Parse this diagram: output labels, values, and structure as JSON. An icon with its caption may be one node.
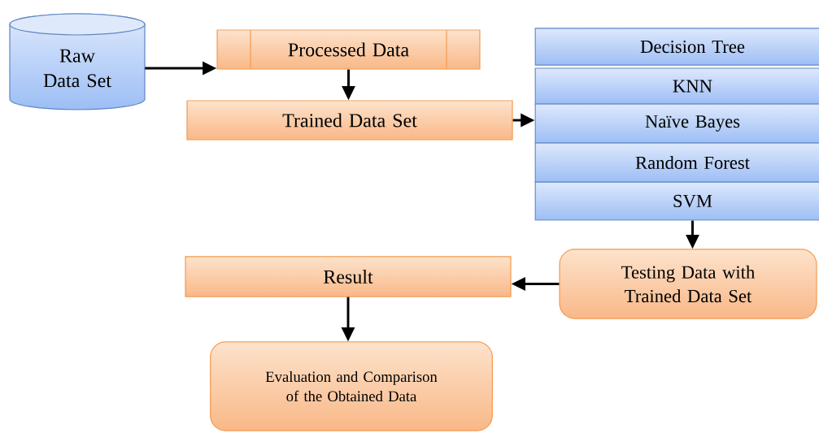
{
  "diagram": {
    "nodes": [
      {
        "text": [
          "Raw Data Set"
        ]
      },
      {
        "text": [
          "Processed Data"
        ]
      },
      {
        "text": [
          "Trained Data Set"
        ]
      },
      {
        "text": [
          "Decision Tree"
        ]
      },
      {
        "text": [
          "KNN"
        ]
      },
      {
        "text": [
          "Naïve Bayes"
        ]
      },
      {
        "text": [
          "Random Forest"
        ]
      },
      {
        "text": [
          "SVM"
        ]
      },
      {
        "text": [
          "Testing Data with Trained Data Set"
        ]
      },
      {
        "text": [
          "Result"
        ]
      },
      {
        "text": [
          "Evaluation and Comparison of the Obtained Data"
        ]
      }
    ],
    "edges": [
      {
        "from": 0,
        "to": 1,
        "arrow": "to"
      },
      {
        "from": 1,
        "to": 2,
        "arrow": "to"
      },
      {
        "from": 2,
        "to": 5,
        "arrow": "to"
      },
      {
        "from": 7,
        "to": 8,
        "arrow": "to"
      },
      {
        "from": 8,
        "to": 9,
        "arrow": "to"
      },
      {
        "from": 9,
        "to": 10,
        "arrow": "to"
      }
    ]
  }
}
